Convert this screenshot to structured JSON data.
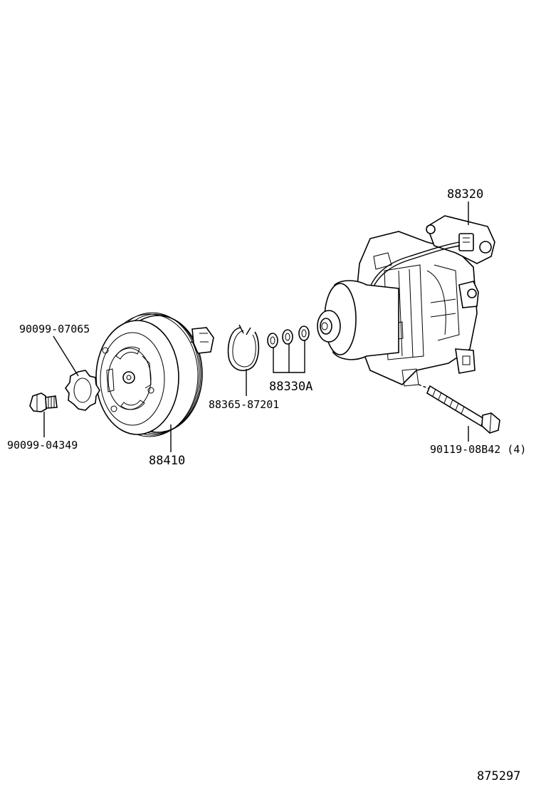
{
  "diagram": {
    "parts": {
      "compressor": {
        "number": "88320"
      },
      "clutch_pulley": {
        "number": "88410"
      },
      "snap_ring": {
        "number": "88365-87201"
      },
      "shims": {
        "number": "88330A"
      },
      "washer": {
        "number": "90099-07065"
      },
      "center_bolt": {
        "number": "90099-04349"
      },
      "mount_bolt": {
        "number": "90119-08B42 (4)"
      }
    },
    "figure_id": "875297"
  }
}
